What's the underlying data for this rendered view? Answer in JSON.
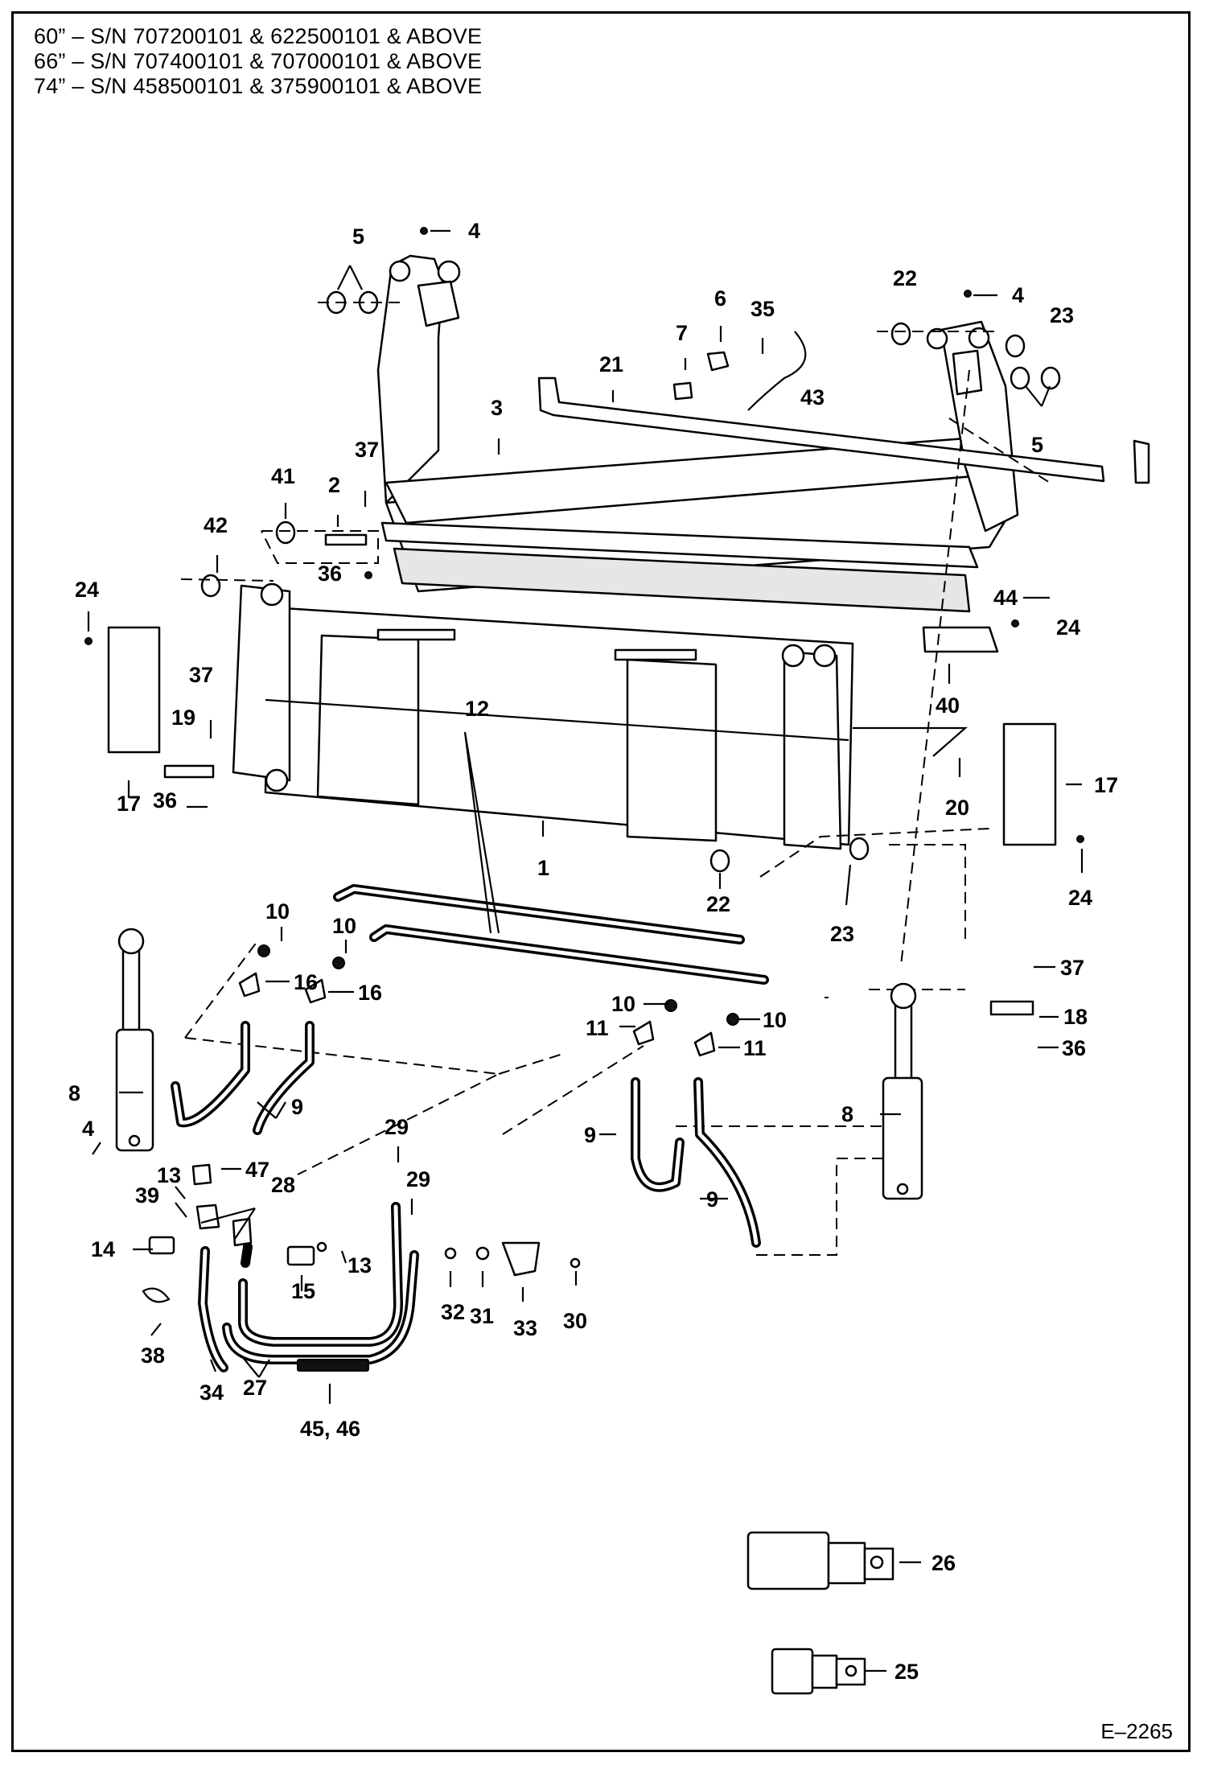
{
  "header": {
    "lines": [
      "60” – S/N 707200101 & 622500101 & ABOVE",
      "66” – S/N 707400101 & 707000101 & ABOVE",
      "74” – S/N 458500101 & 375900101 & ABOVE"
    ]
  },
  "figure_code": "E–2265",
  "callouts": {
    "c1": "1",
    "c2": "2",
    "c3": "3",
    "c4a": "4",
    "c4b": "4",
    "c4c": "4",
    "c5a": "5",
    "c5b": "5",
    "c6": "6",
    "c7": "7",
    "c8a": "8",
    "c8b": "8",
    "c9a": "9",
    "c9b": "9",
    "c9c": "9",
    "c10a": "10",
    "c10b": "10",
    "c10c": "10",
    "c10d": "10",
    "c11a": "11",
    "c11b": "11",
    "c12": "12",
    "c13a": "13",
    "c13b": "13",
    "c14": "14",
    "c15": "15",
    "c16a": "16",
    "c16b": "16",
    "c17a": "17",
    "c17b": "17",
    "c18": "18",
    "c19": "19",
    "c20": "20",
    "c21": "21",
    "c22a": "22",
    "c22b": "22",
    "c23a": "23",
    "c23b": "23",
    "c24a": "24",
    "c24b": "24",
    "c24c": "24",
    "c25": "25",
    "c26": "26",
    "c27": "27",
    "c28": "28",
    "c29a": "29",
    "c29b": "29",
    "c30": "30",
    "c31": "31",
    "c32": "32",
    "c33": "33",
    "c34": "34",
    "c35": "35",
    "c36a": "36",
    "c36b": "36",
    "c36c": "36",
    "c37a": "37",
    "c37b": "37",
    "c37c": "37",
    "c38": "38",
    "c39": "39",
    "c40": "40",
    "c41": "41",
    "c42": "42",
    "c43": "43",
    "c44": "44",
    "c45": "45, 46",
    "c47": "47"
  }
}
